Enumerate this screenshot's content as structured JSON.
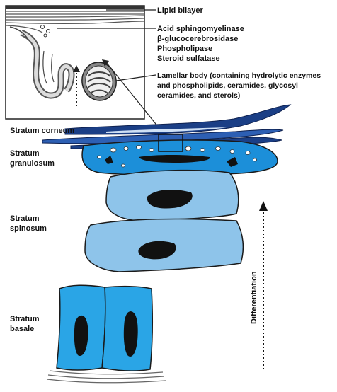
{
  "colors": {
    "corneum_dark": "#1b3f86",
    "corneum_light": "#2d5fb3",
    "granulosum": "#1c8fd9",
    "spinosum": "#8ec4ea",
    "basale": "#2aa5e6",
    "nucleus": "#111111",
    "outline": "#1a1a1a"
  },
  "inset": {
    "labels": {
      "lipid_bilayer": "Lipid bilayer",
      "enzymes": [
        "Acid sphingomyelinase",
        "β-glucocerebrosidase",
        "Phospholipase",
        "Steroid sulfatase"
      ],
      "lamellar_body": [
        "Lamellar body (containing hydrolytic enzymes",
        "and phospholipids, ceramides, glycosyl",
        "ceramides, and sterols)"
      ]
    }
  },
  "layers": {
    "corneum": [
      "Stratum corneum"
    ],
    "granulosum": [
      "Stratum",
      "granulosum"
    ],
    "spinosum": [
      "Stratum",
      "spinosum"
    ],
    "basale": [
      "Stratum",
      "basale"
    ]
  },
  "differentiation_label": "Differentiation"
}
